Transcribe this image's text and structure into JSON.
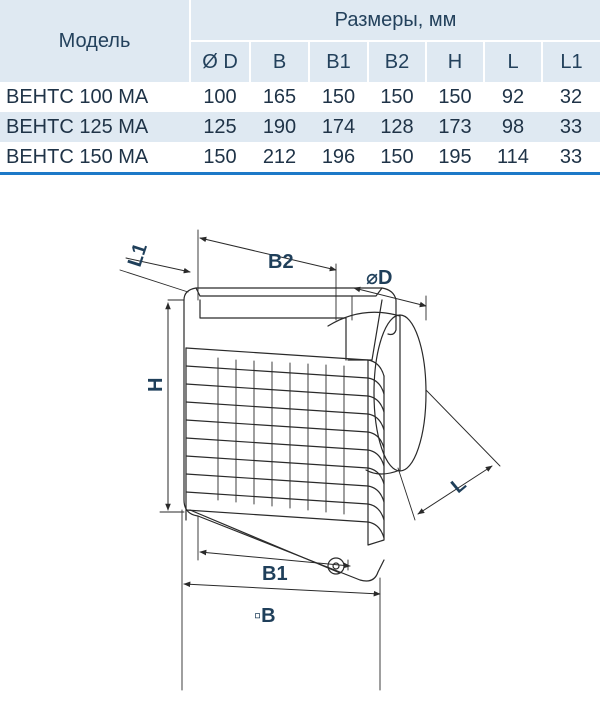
{
  "table": {
    "model_header": "Модель",
    "group_header": "Размеры, мм",
    "columns": [
      "Ø D",
      "B",
      "B1",
      "B2",
      "H",
      "L",
      "L1"
    ],
    "rows": [
      {
        "model": "ВЕНТС 100 МА",
        "values": [
          "100",
          "165",
          "150",
          "150",
          "150",
          "92",
          "32"
        ]
      },
      {
        "model": "ВЕНТС 125 МА",
        "values": [
          "125",
          "190",
          "174",
          "128",
          "173",
          "98",
          "33"
        ]
      },
      {
        "model": "ВЕНТС 150 МА",
        "values": [
          "150",
          "212",
          "196",
          "150",
          "195",
          "114",
          "33"
        ]
      }
    ]
  },
  "drawing": {
    "labels": {
      "l1": "L1",
      "b2": "B2",
      "d": "⌀D",
      "h": "H",
      "l": "L",
      "b1": "B1",
      "b": "▫B"
    }
  },
  "colors": {
    "header_bg": "#dfe9f2",
    "text": "#1f3f5a",
    "accent_line": "#1c79c8",
    "line_art": "#2a2a2a"
  }
}
